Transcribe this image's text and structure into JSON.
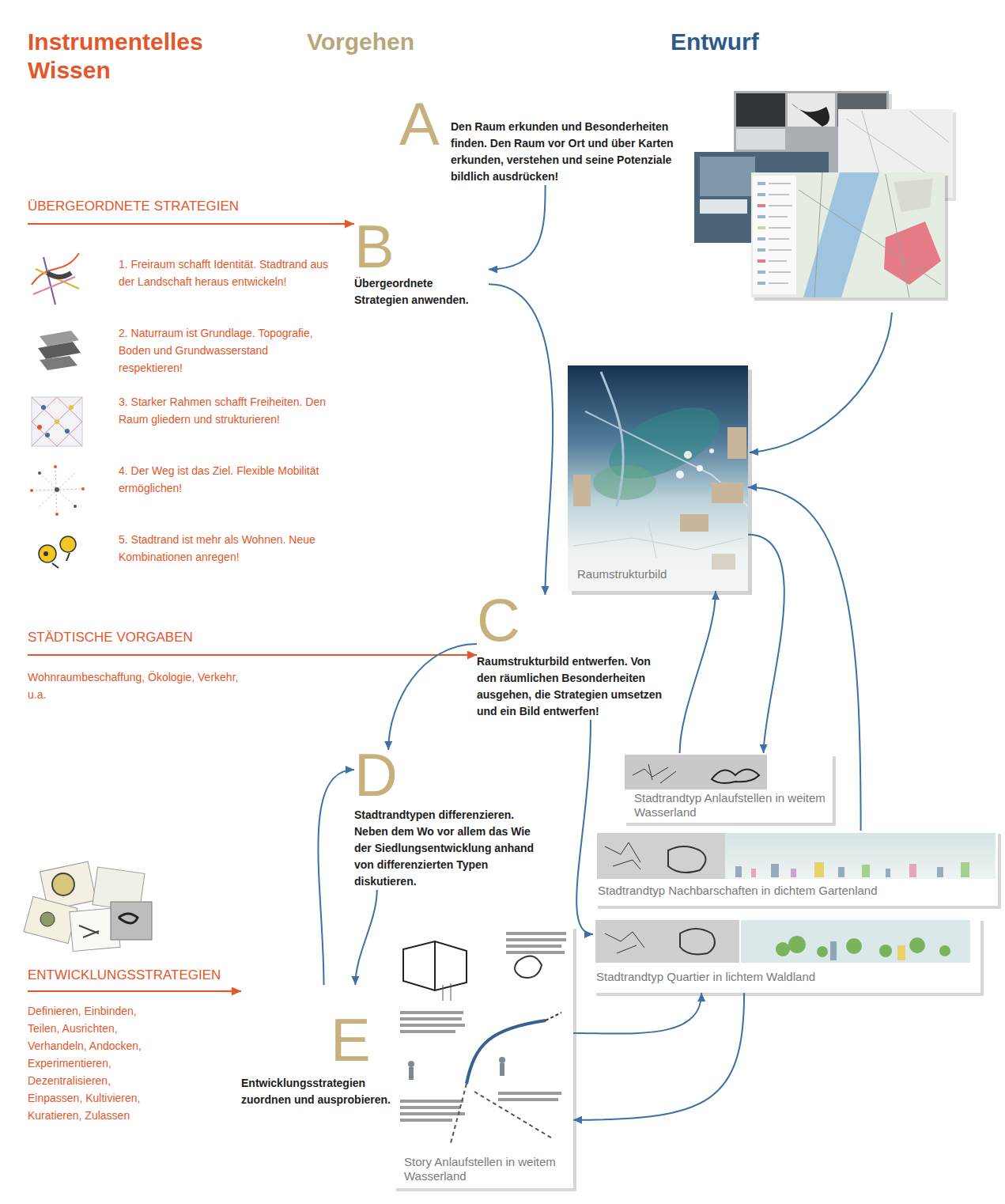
{
  "diagram": {
    "nodes": [
      {
        "text": [
          "A",
          "Den Raum erkunden und Besonderheiten finden. Den Raum vor Ort und über Karten erkunden, verstehen und seine Potenziale bildlich ausdrücken!"
        ]
      },
      {
        "text": [
          "ÜBERGEORDNETE STRATEGIEN",
          "1. Freiraum schafft Identität. Stadtrand aus der Landschaft heraus entwickeln!",
          "2. Naturraum ist Grundlage. Topografie, Boden und Grundwasserstand respektieren!",
          "3. Starker Rahmen schafft Freiheiten. Den Raum gliedern und strukturieren!",
          "4. Der Weg ist das Ziel. Flexible Mobilität ermöglichen!",
          "5. Stadtrand ist mehr als Wohnen. Neue Kombinationen anregen!"
        ]
      },
      {
        "text": [
          "B",
          "Übergeordnete Strategien anwenden."
        ]
      },
      {
        "text": [
          "Raumstrukturbild"
        ]
      },
      {
        "text": [
          "STÄDTISCHE VORGABEN",
          "Wohnraumbeschaffung, Ökologie, Verkehr, u.a."
        ]
      },
      {
        "text": [
          "C",
          "Raumstrukturbild entwerfen. Von den räumlichen Besonderheiten ausgehen, die Strategien umsetzen und ein Bild entwerfen!"
        ]
      },
      {
        "text": [
          "D",
          "Stadtrandtypen differenzieren. Neben dem Wo vor allem das Wie der Siedlungsentwicklung anhand von differenzierten Typen diskutieren."
        ]
      },
      {
        "text": [
          "Stadtrandtyp Anlaufstellen in weitem Wasserland"
        ]
      },
      {
        "text": [
          "Stadtrandtyp Nachbarschaften in dichtem Gartenland"
        ]
      },
      {
        "text": [
          "ENTWICKLUNGSSTRATEGIEN",
          "Definieren, Einbinden, Teilen, Ausrichten, Verhandeln, Andocken, Experimentieren, Dezentralisieren, Einpassen, Kultivieren, Kuratieren, Zulassen"
        ]
      },
      {
        "text": [
          "Stadtrandtyp Quartier in lichtem Waldland"
        ]
      },
      {
        "text": [
          "E",
          "Entwicklungsstrategien zuordnen und ausprobieren."
        ]
      },
      {
        "text": [
          "Story Anlaufstellen in weitem Wasserland"
        ]
      }
    ],
    "edges": [
      {
        "from": 0,
        "to": 2,
        "arrow": "to"
      },
      {
        "from": 1,
        "to": 2,
        "arrow": "to"
      },
      {
        "from": 2,
        "to": 5,
        "arrow": "to"
      },
      {
        "from": 3,
        "to": 7,
        "arrow": "to"
      },
      {
        "from": 7,
        "to": 3,
        "arrow": "to"
      },
      {
        "from": 8,
        "to": 3,
        "arrow": "to"
      },
      {
        "from": 4,
        "to": 5,
        "arrow": "to"
      },
      {
        "from": 5,
        "to": 6,
        "arrow": "to"
      },
      {
        "from": 5,
        "to": 10,
        "arrow": "to"
      },
      {
        "from": 6,
        "to": 11,
        "arrow": "to"
      },
      {
        "from": 11,
        "to": 6,
        "arrow": "to"
      },
      {
        "from": 9,
        "to": 11,
        "arrow": "to"
      },
      {
        "from": 12,
        "to": 10,
        "arrow": "to"
      },
      {
        "from": 10,
        "to": 12,
        "arrow": "to"
      }
    ],
    "labels": [
      "Instrumentelles Wissen",
      "Vorgehen",
      "Entwurf"
    ]
  }
}
